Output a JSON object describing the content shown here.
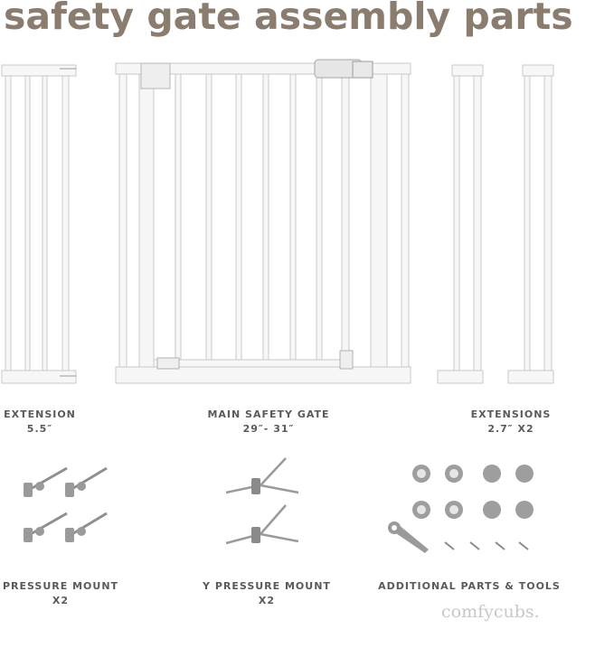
{
  "title": "safety gate assembly parts",
  "labels": {
    "extension": {
      "line1": "EXTENSION",
      "line2": "5.5″"
    },
    "main_gate": {
      "line1": "MAIN SAFETY GATE",
      "line2": "29″- 31″"
    },
    "extensions": {
      "line1": "EXTENSIONS",
      "line2": "2.7″ X2"
    },
    "pressure_mount": {
      "line1": "PRESSURE MOUNT",
      "line2": "X2"
    },
    "y_pressure_mount": {
      "line1": "Y PRESSURE MOUNT",
      "line2": "X2"
    },
    "additional_parts": {
      "line1": "ADDITIONAL PARTS & TOOLS"
    }
  },
  "brand": "comfycubs.",
  "colors": {
    "title": "#8a7d70",
    "label": "#5a5a5a",
    "frame": "#f4f4f4",
    "frame_stroke": "#cfcfcf",
    "hardware": "#8f8f8f"
  }
}
